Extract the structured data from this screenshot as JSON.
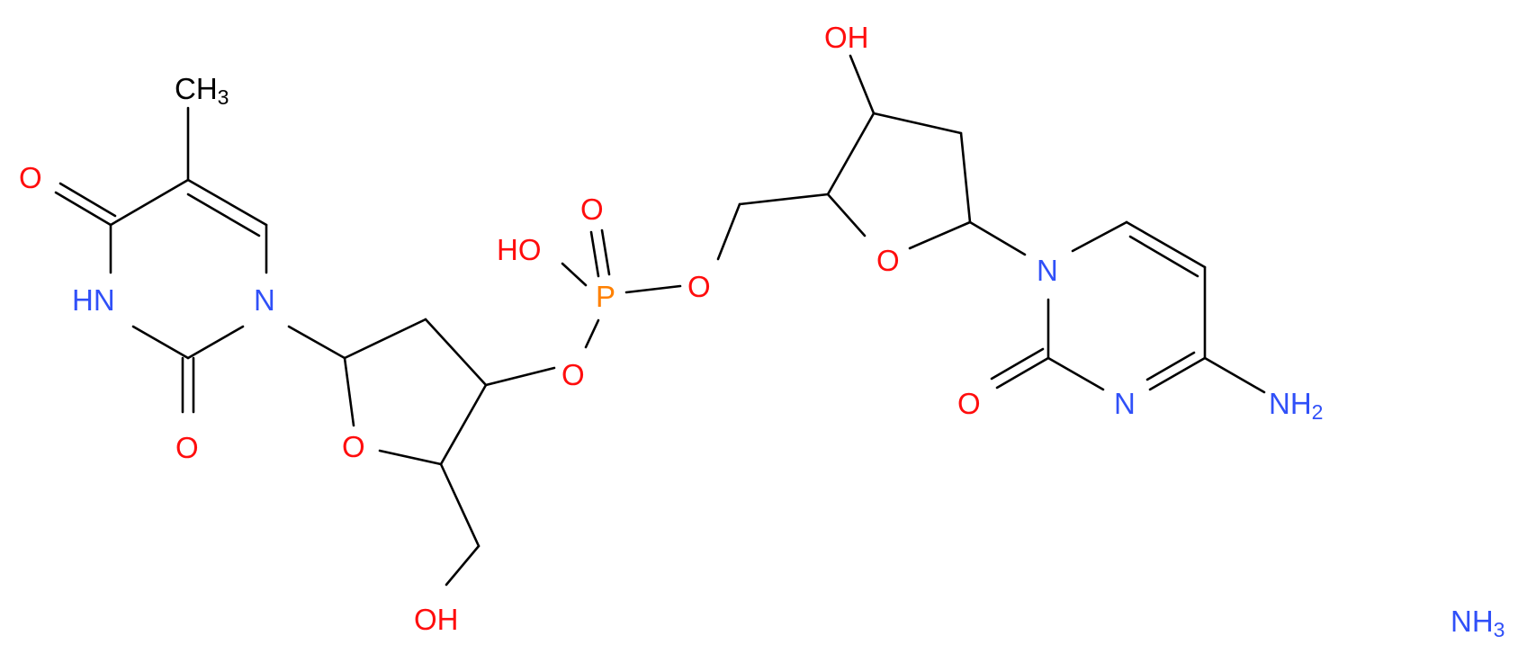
{
  "colors": {
    "background": "#ffffff",
    "bond": "#000000",
    "oxygen": "#ff0d0d",
    "nitrogen": "#3050f8",
    "phosphorus": "#ff8000",
    "carbon": "#000000"
  },
  "atoms": {
    "thymine_methyl": {
      "base": "CH",
      "sub": "3",
      "element": "carbon"
    },
    "thymine_o4": {
      "text": "O",
      "element": "oxygen"
    },
    "thymine_n3h": {
      "text": "HN",
      "element": "nitrogen"
    },
    "thymine_o2": {
      "text": "O",
      "element": "oxygen"
    },
    "thymine_n1": {
      "text": "N",
      "element": "nitrogen"
    },
    "sugar1_ring_o": {
      "text": "O",
      "element": "oxygen"
    },
    "sugar1_o5_oh": {
      "text": "OH",
      "element": "oxygen"
    },
    "ester_o3": {
      "text": "O",
      "element": "oxygen"
    },
    "phosphorus": {
      "text": "P",
      "element": "phosphorus"
    },
    "phosphate_oh": {
      "text": "HO",
      "element": "oxygen"
    },
    "phosphate_double_o": {
      "text": "O",
      "element": "oxygen"
    },
    "ester_o5": {
      "text": "O",
      "element": "oxygen"
    },
    "sugar2_ring_o": {
      "text": "O",
      "element": "oxygen"
    },
    "sugar2_o3_oh": {
      "text": "OH",
      "element": "oxygen"
    },
    "cytosine_n1": {
      "text": "N",
      "element": "nitrogen"
    },
    "cytosine_o2": {
      "text": "O",
      "element": "oxygen"
    },
    "cytosine_n3": {
      "text": "N",
      "element": "nitrogen"
    },
    "cytosine_nh2": {
      "base": "NH",
      "sub": "2",
      "element": "nitrogen"
    },
    "ammonia": {
      "base": "NH",
      "sub": "3",
      "element": "nitrogen"
    }
  }
}
